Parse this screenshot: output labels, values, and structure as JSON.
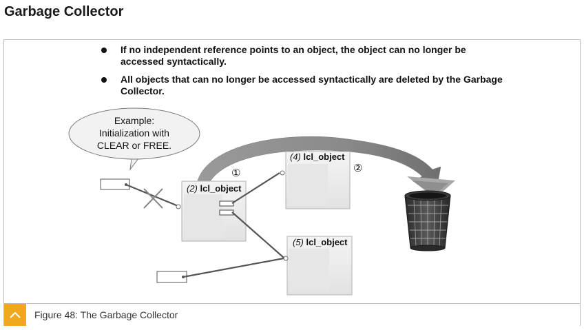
{
  "page": {
    "title": "Garbage Collector"
  },
  "bullets": [
    "If no independent reference points to an object, the object can no longer be accessed syntactically.",
    "All objects that can no longer be accessed syntactically are deleted by the Garbage Collector."
  ],
  "diagram": {
    "bubble": {
      "line1": "Example:",
      "line2": "Initialization with",
      "line3": "CLEAR or FREE."
    },
    "objects": [
      {
        "number": "(2)",
        "name": "lcl_object"
      },
      {
        "number": "(4)",
        "name": "lcl_object"
      },
      {
        "number": "(5)",
        "name": "lcl_object"
      }
    ],
    "steps": [
      "①",
      "②"
    ],
    "icons": {
      "deleted_reference": "x-mark-icon",
      "trash": "trash-basket-icon",
      "arrow": "curved-arrow-icon"
    },
    "colors": {
      "arrow_gray": "#8c8c8c",
      "object_fill": "#ececec",
      "line": "#555555"
    }
  },
  "caption": {
    "text": "Figure 48: The Garbage Collector",
    "icon": "chevron-up-icon",
    "accent": "#f0a91e"
  }
}
